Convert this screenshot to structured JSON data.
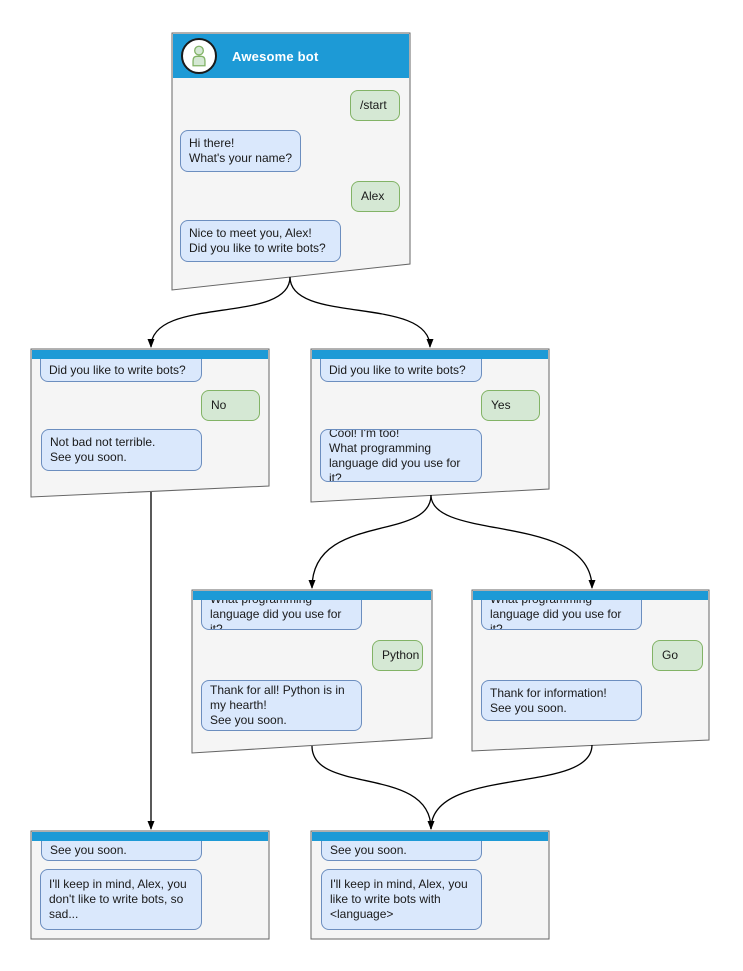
{
  "window_title": "Awesome bot",
  "colors": {
    "titlebar_blue": "#1d9ad6",
    "window_fill": "#f5f5f5",
    "window_border": "#666666",
    "bot_bubble_fill": "#dae8fc",
    "bot_bubble_border": "#6c8ebf",
    "user_bubble_fill": "#d5e8d4",
    "user_bubble_border": "#82b366",
    "arrow_color": "#000000",
    "title_text": "#ffffff"
  },
  "nodes": [
    {
      "id": "start",
      "title": "Awesome bot",
      "messages": [
        {
          "from": "user",
          "text": "/start"
        },
        {
          "from": "bot",
          "text": "Hi there!\nWhat's your name?"
        },
        {
          "from": "user",
          "text": "Alex"
        },
        {
          "from": "bot",
          "text": "Nice to meet you, Alex!\nDid you like to write bots?"
        }
      ]
    },
    {
      "id": "branch-no",
      "messages": [
        {
          "from": "bot",
          "text": "Did you like to write bots?"
        },
        {
          "from": "user",
          "text": "No"
        },
        {
          "from": "bot",
          "text": "Not bad not terrible.\nSee you soon."
        }
      ]
    },
    {
      "id": "branch-yes",
      "messages": [
        {
          "from": "bot",
          "text": "Did you like to write bots?"
        },
        {
          "from": "user",
          "text": "Yes"
        },
        {
          "from": "bot",
          "text": "Cool! I'm too!\nWhat programming\nlanguage did you use for it?"
        }
      ]
    },
    {
      "id": "branch-python",
      "messages": [
        {
          "from": "bot",
          "text": "What programming\nlanguage did you use for it?"
        },
        {
          "from": "user",
          "text": "Python"
        },
        {
          "from": "bot",
          "text": "Thank for all! Python is in\nmy hearth!\nSee you soon."
        }
      ]
    },
    {
      "id": "branch-go",
      "messages": [
        {
          "from": "bot",
          "text": "What programming\nlanguage did you use for it?"
        },
        {
          "from": "user",
          "text": "Go"
        },
        {
          "from": "bot",
          "text": "Thank for information!\nSee you soon."
        }
      ]
    },
    {
      "id": "end-no",
      "messages": [
        {
          "from": "bot",
          "text": "See you soon."
        },
        {
          "from": "bot",
          "text": "I'll keep in mind, Alex, you\ndon't like to write bots, so\nsad..."
        }
      ]
    },
    {
      "id": "end-yes",
      "messages": [
        {
          "from": "bot",
          "text": "See you soon."
        },
        {
          "from": "bot",
          "text": "I'll keep in mind, Alex, you\nlike to write bots with\n<language>"
        }
      ]
    }
  ]
}
